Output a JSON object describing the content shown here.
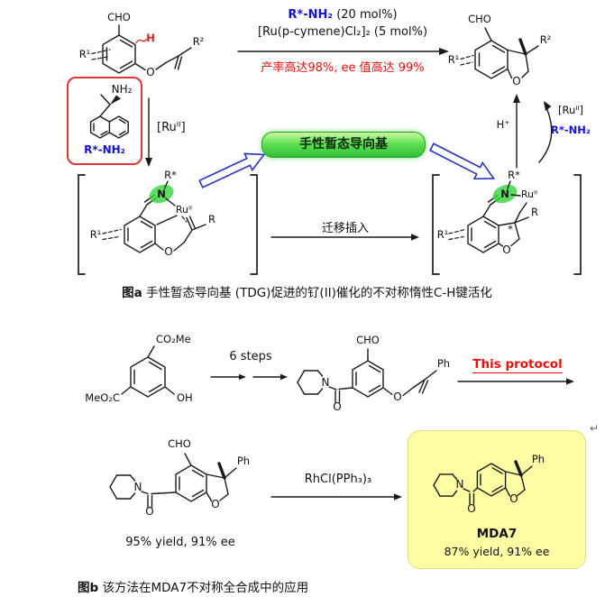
{
  "colors": {
    "accent_blue": "#1414cc",
    "accent_red": "#f20d0d",
    "banner_green": "#2fbf3a",
    "n_highlight_green": "#35d43a",
    "amine_box_border_red": "#e23535",
    "product_box_yellow": "#fdfda4"
  },
  "atoms": {
    "cho": "CHO",
    "h": "H",
    "r1": "R¹",
    "r2": "R²",
    "o": "O",
    "oh": "OH",
    "n": "N",
    "nh2": "NH₂",
    "rstar": "R*",
    "r": "R",
    "ru": "Ruᴵᴵ",
    "co2me": "CO₂Me",
    "meo2c": "MeO₂C",
    "ph": "Ph",
    "star": "*"
  },
  "fig_a": {
    "cond1_amine": "R*-NH₂",
    "cond1_rest": " (20 mol%)",
    "cond2": "[Ru(p-cymene)Cl₂]₂ (5 mol%)",
    "cond3": "产率高达98%, ee 值高达 99%",
    "ru_label": "[Ruᴵᴵ]",
    "banner": "手性暂态导向基",
    "insertion": "迁移插入",
    "h_plus": "H⁺",
    "recycle_ru": "[Ruᴵᴵ]",
    "recycle_amine": "R*-NH₂",
    "amine_label": "R*-NH₂",
    "cap_prefix": "图a",
    "cap_text": " 手性暂态导向基 (TDG)促进的钌(II)催化的不对称惰性C-H键活化"
  },
  "fig_b": {
    "six_steps": "6 steps",
    "protocol": "This protocol",
    "rh": "RhCl(PPh₃)₃",
    "yield1": "95% yield, 91% ee",
    "name": "MDA7",
    "yield2": "87% yield, 91% ee",
    "cap_prefix": "图b",
    "cap_text": " 该方法在MDA7不对称全合成中的应用",
    "mark": "↵"
  }
}
